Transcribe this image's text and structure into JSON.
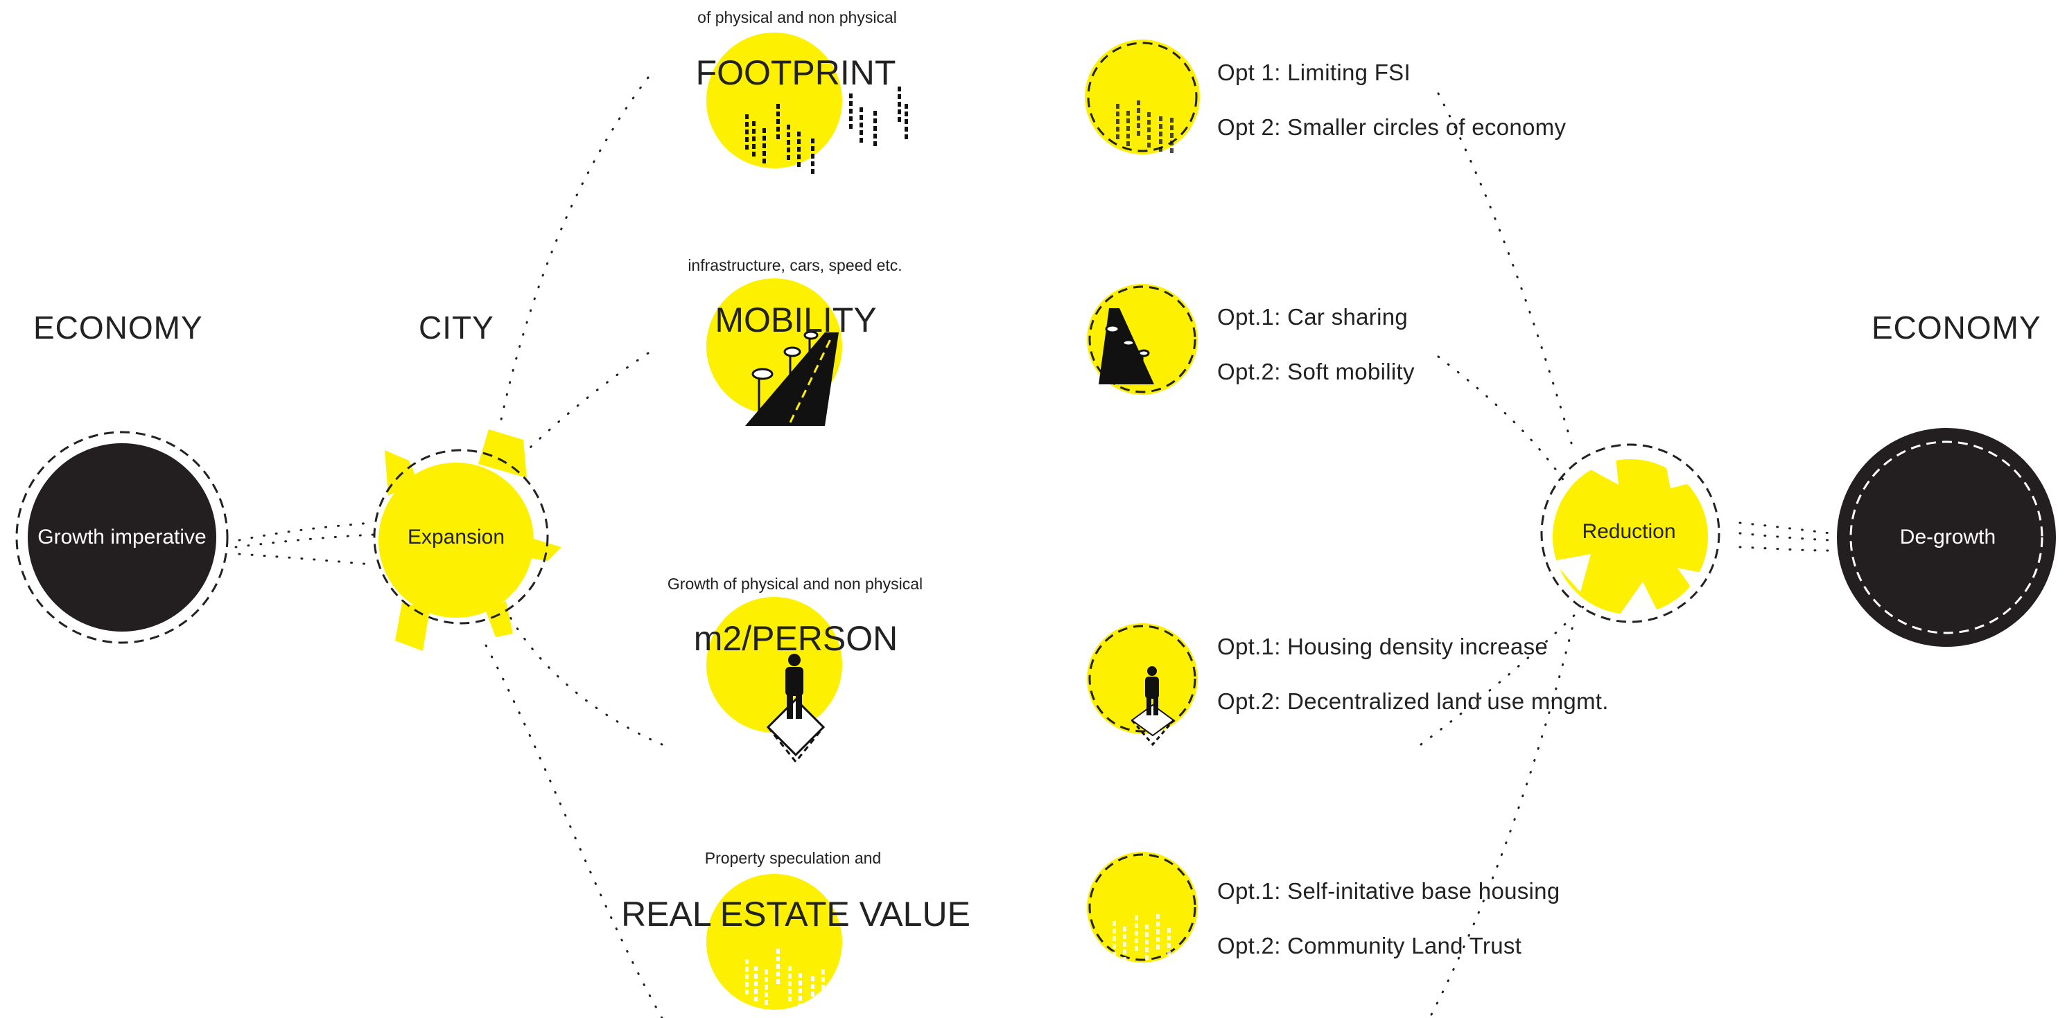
{
  "headings": {
    "economy_left": "ECONOMY",
    "city": "CITY",
    "economy_right": "ECONOMY"
  },
  "nodes": {
    "growth": "Growth imperative",
    "expansion": "Expansion",
    "reduction": "Reduction",
    "degrowth": "De-growth"
  },
  "categories": [
    {
      "caption": "of physical and non physical",
      "title": "FOOTPRINT"
    },
    {
      "caption": "infrastructure, cars, speed etc.",
      "title": "MOBILITY"
    },
    {
      "caption": "Growth of physical and non physical",
      "title": "m2/PERSON"
    },
    {
      "caption": "Property speculation and",
      "title": "REAL ESTATE VALUE"
    }
  ],
  "options": [
    {
      "opt1": "Opt 1: Limiting FSI",
      "opt2": "Opt 2: Smaller circles of economy"
    },
    {
      "opt1": "Opt.1: Car sharing",
      "opt2": "Opt.2: Soft mobility"
    },
    {
      "opt1": "Opt.1: Housing density increase",
      "opt2": "Opt.2: Decentralized land use mngmt."
    },
    {
      "opt1": "Opt.1: Self-initative base housing",
      "opt2": "Opt.2: Community Land Trust"
    }
  ],
  "colors": {
    "yellow": "#fdf000",
    "dark": "#231f20",
    "text": "#222222"
  }
}
